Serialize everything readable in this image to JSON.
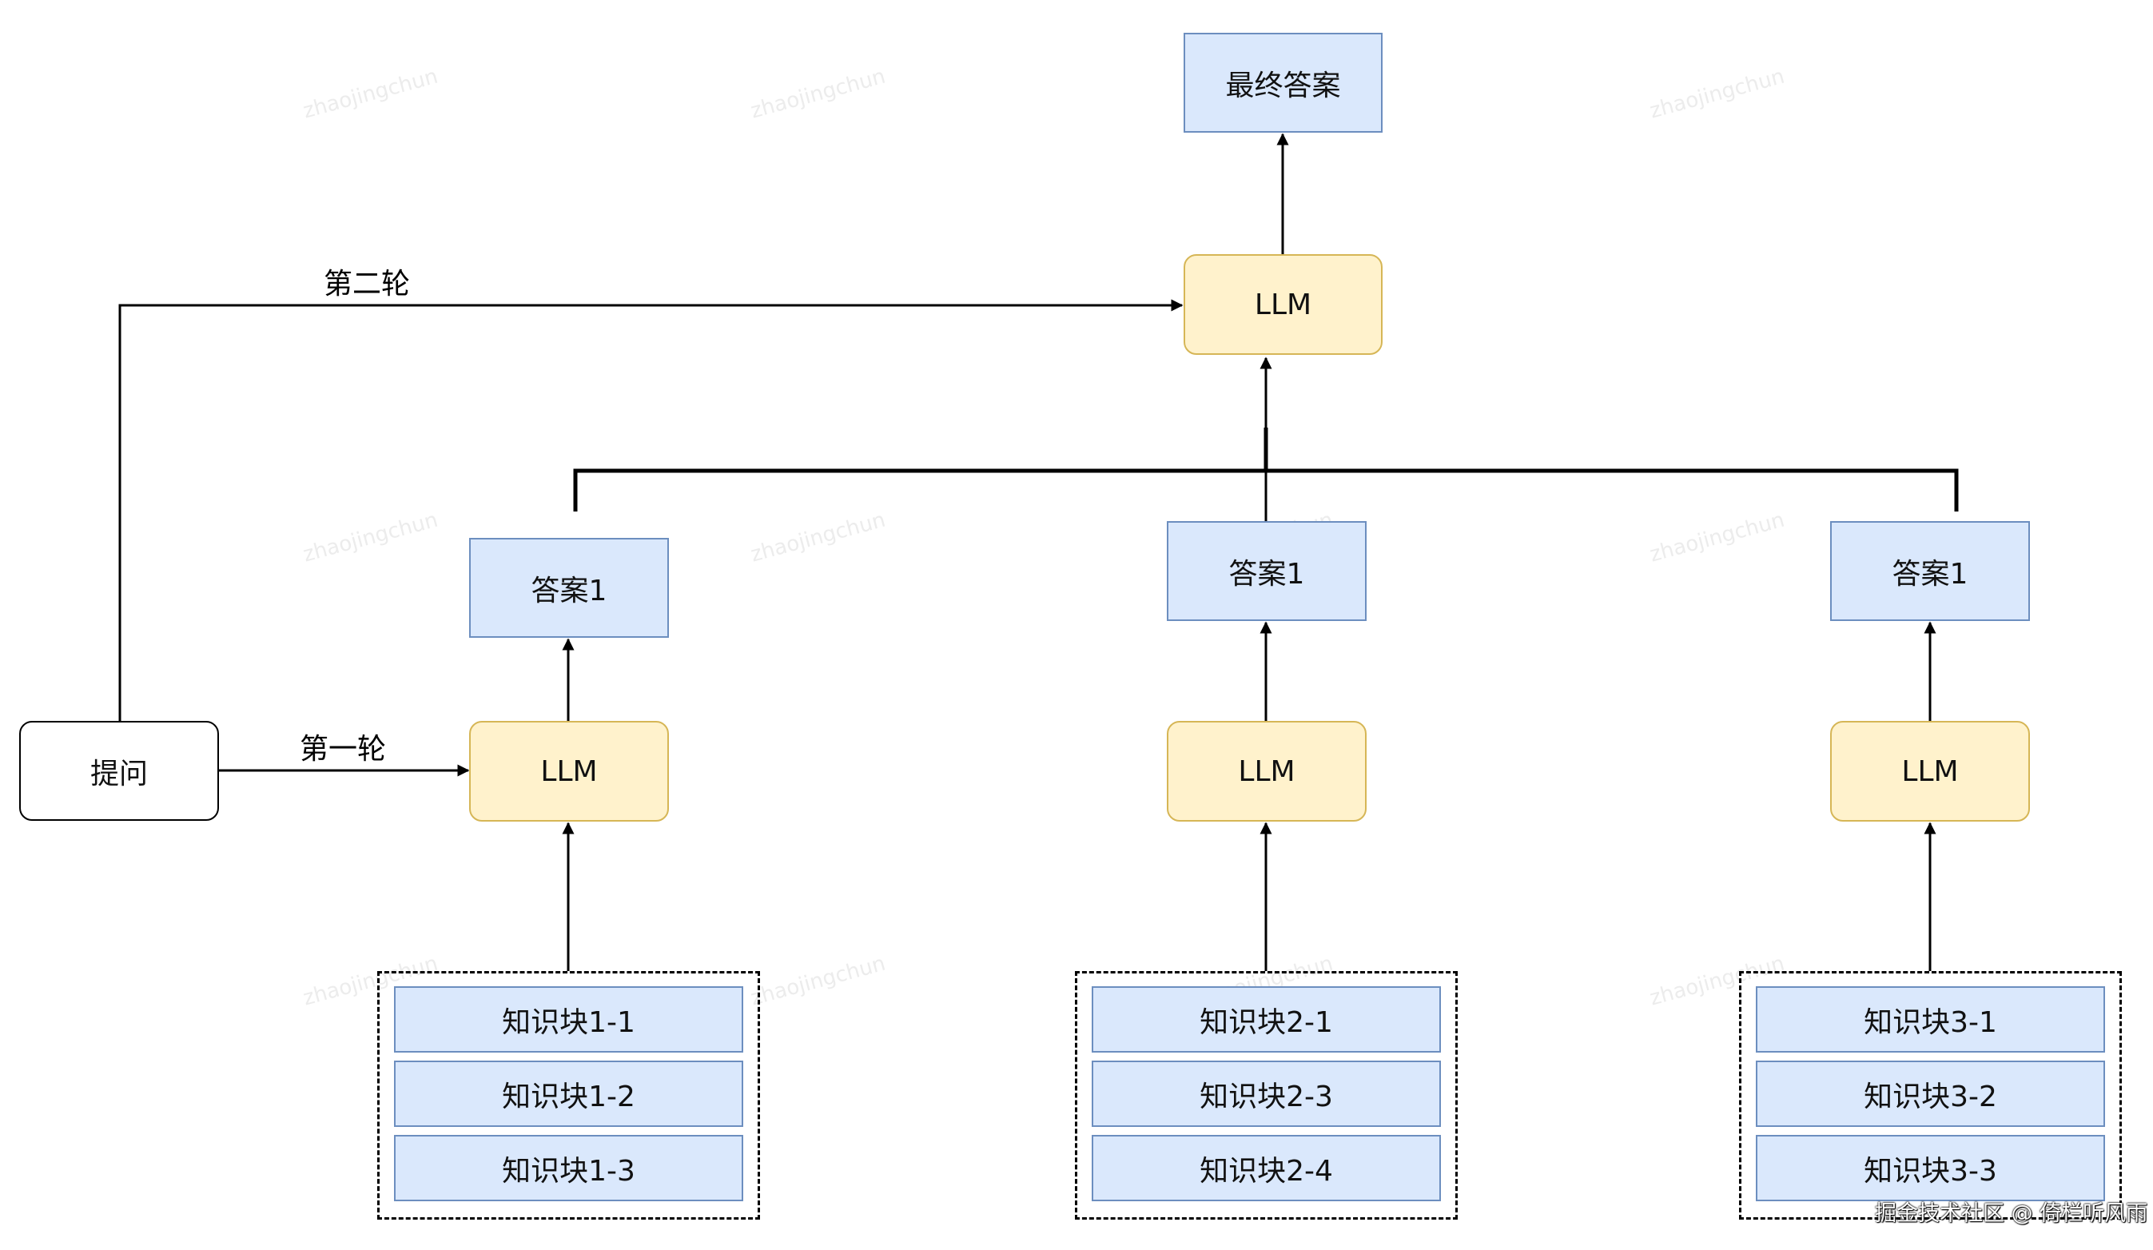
{
  "watermark_text": "zhaojingchun",
  "nodes": {
    "final_answer": "最终答案",
    "llm_top": "LLM",
    "question": "提问",
    "answer_1": "答案1",
    "answer_2": "答案1",
    "answer_3": "答案1",
    "llm_1": "LLM",
    "llm_2": "LLM",
    "llm_3": "LLM"
  },
  "edge_labels": {
    "round_one": "第一轮",
    "round_two": "第二轮"
  },
  "groups": [
    {
      "chunks": [
        "知识块1-1",
        "知识块1-2",
        "知识块1-3"
      ]
    },
    {
      "chunks": [
        "知识块2-1",
        "知识块2-3",
        "知识块2-4"
      ]
    },
    {
      "chunks": [
        "知识块3-1",
        "知识块3-2",
        "知识块3-3"
      ]
    }
  ],
  "footer": "掘金技术社区 @ 倚栏听风雨",
  "colors": {
    "answer_fill": "#dae8fc",
    "answer_stroke": "#6c8ebf",
    "llm_fill": "#fff2cc",
    "llm_stroke": "#d6b656"
  }
}
